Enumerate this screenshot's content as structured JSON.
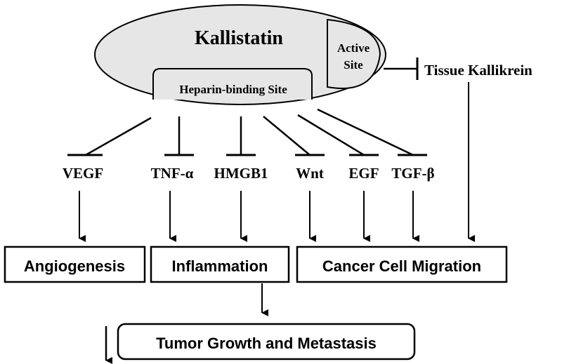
{
  "protein": {
    "name": "Kallistatin",
    "active_site_line1": "Active",
    "active_site_line2": "Site",
    "heparin_site": "Heparin-binding Site"
  },
  "target": "Tissue Kallikrein",
  "factors": [
    "VEGF",
    "TNF-α",
    "HMGB1",
    "Wnt",
    "EGF",
    "TGF-β"
  ],
  "outcomes": {
    "angiogenesis": "Angiogenesis",
    "inflammation": "Inflammation",
    "migration": "Cancer Cell Migration",
    "tumor": "Tumor Growth and Metastasis"
  }
}
